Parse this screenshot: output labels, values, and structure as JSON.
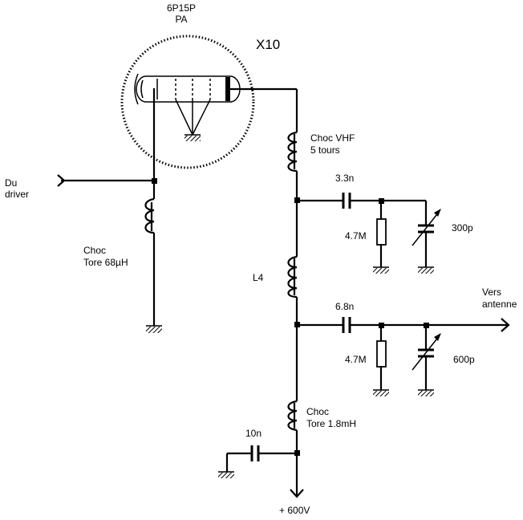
{
  "tube": {
    "type": "6P15P",
    "role": "PA",
    "count": "X10"
  },
  "input": {
    "line1": "Du",
    "line2": "driver"
  },
  "grid_choke": {
    "line1": "Choc",
    "line2": "Tore 68µH"
  },
  "vhf_choke": {
    "line1": "Choc VHF",
    "line2": "5 tours"
  },
  "c1": "3.3n",
  "r1": "4.7M",
  "cv1": "300p",
  "l4": "L4",
  "c2": "6.8n",
  "r2": "4.7M",
  "cv2": "600p",
  "output": {
    "line1": "Vers",
    "line2": "antenne"
  },
  "supply_choke": {
    "line1": "Choc",
    "line2": "Tore 1.8mH"
  },
  "c3": "10n",
  "supply": "+ 600V"
}
